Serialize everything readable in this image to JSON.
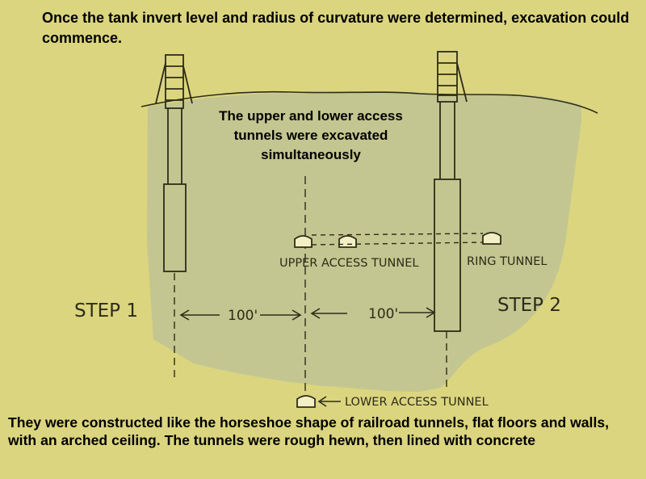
{
  "captions": {
    "top": "Once the tank invert level and radius of curvature were determined, excavation could commence.",
    "middle": "The upper and lower access tunnels were excavated simultaneously",
    "bottom": "They were constructed like the horseshoe shape of railroad tunnels, flat floors and walls, with an arched ceiling. The tunnels were rough hewn, then lined with concrete"
  },
  "diagram": {
    "step1": "STEP 1",
    "step2": "STEP 2",
    "dim_left": "100'",
    "dim_right": "100'",
    "upper_tunnel": "UPPER ACCESS TUNNEL",
    "ring_tunnel": "RING TUNNEL",
    "lower_tunnel": "LOWER ACCESS TUNNEL"
  },
  "colors": {
    "paper": "#dbd57f",
    "ground": "#c3c690",
    "ink": "#2e2c18"
  }
}
